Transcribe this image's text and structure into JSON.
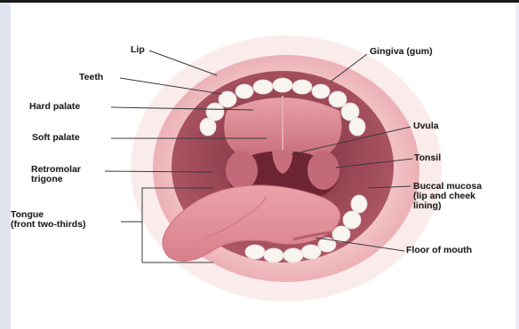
{
  "diagram": {
    "labels": {
      "lip": "Lip",
      "teeth": "Teeth",
      "hard_palate": "Hard palate",
      "soft_palate": "Soft palate",
      "retromolar_trigone": "Retromolar\ntrigone",
      "tongue": "Tongue\n(front two-thirds)",
      "gingiva": "Gingiva (gum)",
      "uvula": "Uvula",
      "tonsil": "Tonsil",
      "buccal_mucosa": "Buccal mucosa\n(lip and cheek\nlining)",
      "floor_of_mouth": "Floor of mouth"
    },
    "colors": {
      "lip": "#eeb3b7",
      "lip_shadow": "#e29aa0",
      "mouth_interior": "#a85463",
      "palate": "#d9858f",
      "teeth": "#f7f3ef",
      "tongue": "#e7949e",
      "tongue_shadow": "#c96b79",
      "uvula": "#c76f7c",
      "leader_line": "#3a3a3a"
    }
  }
}
